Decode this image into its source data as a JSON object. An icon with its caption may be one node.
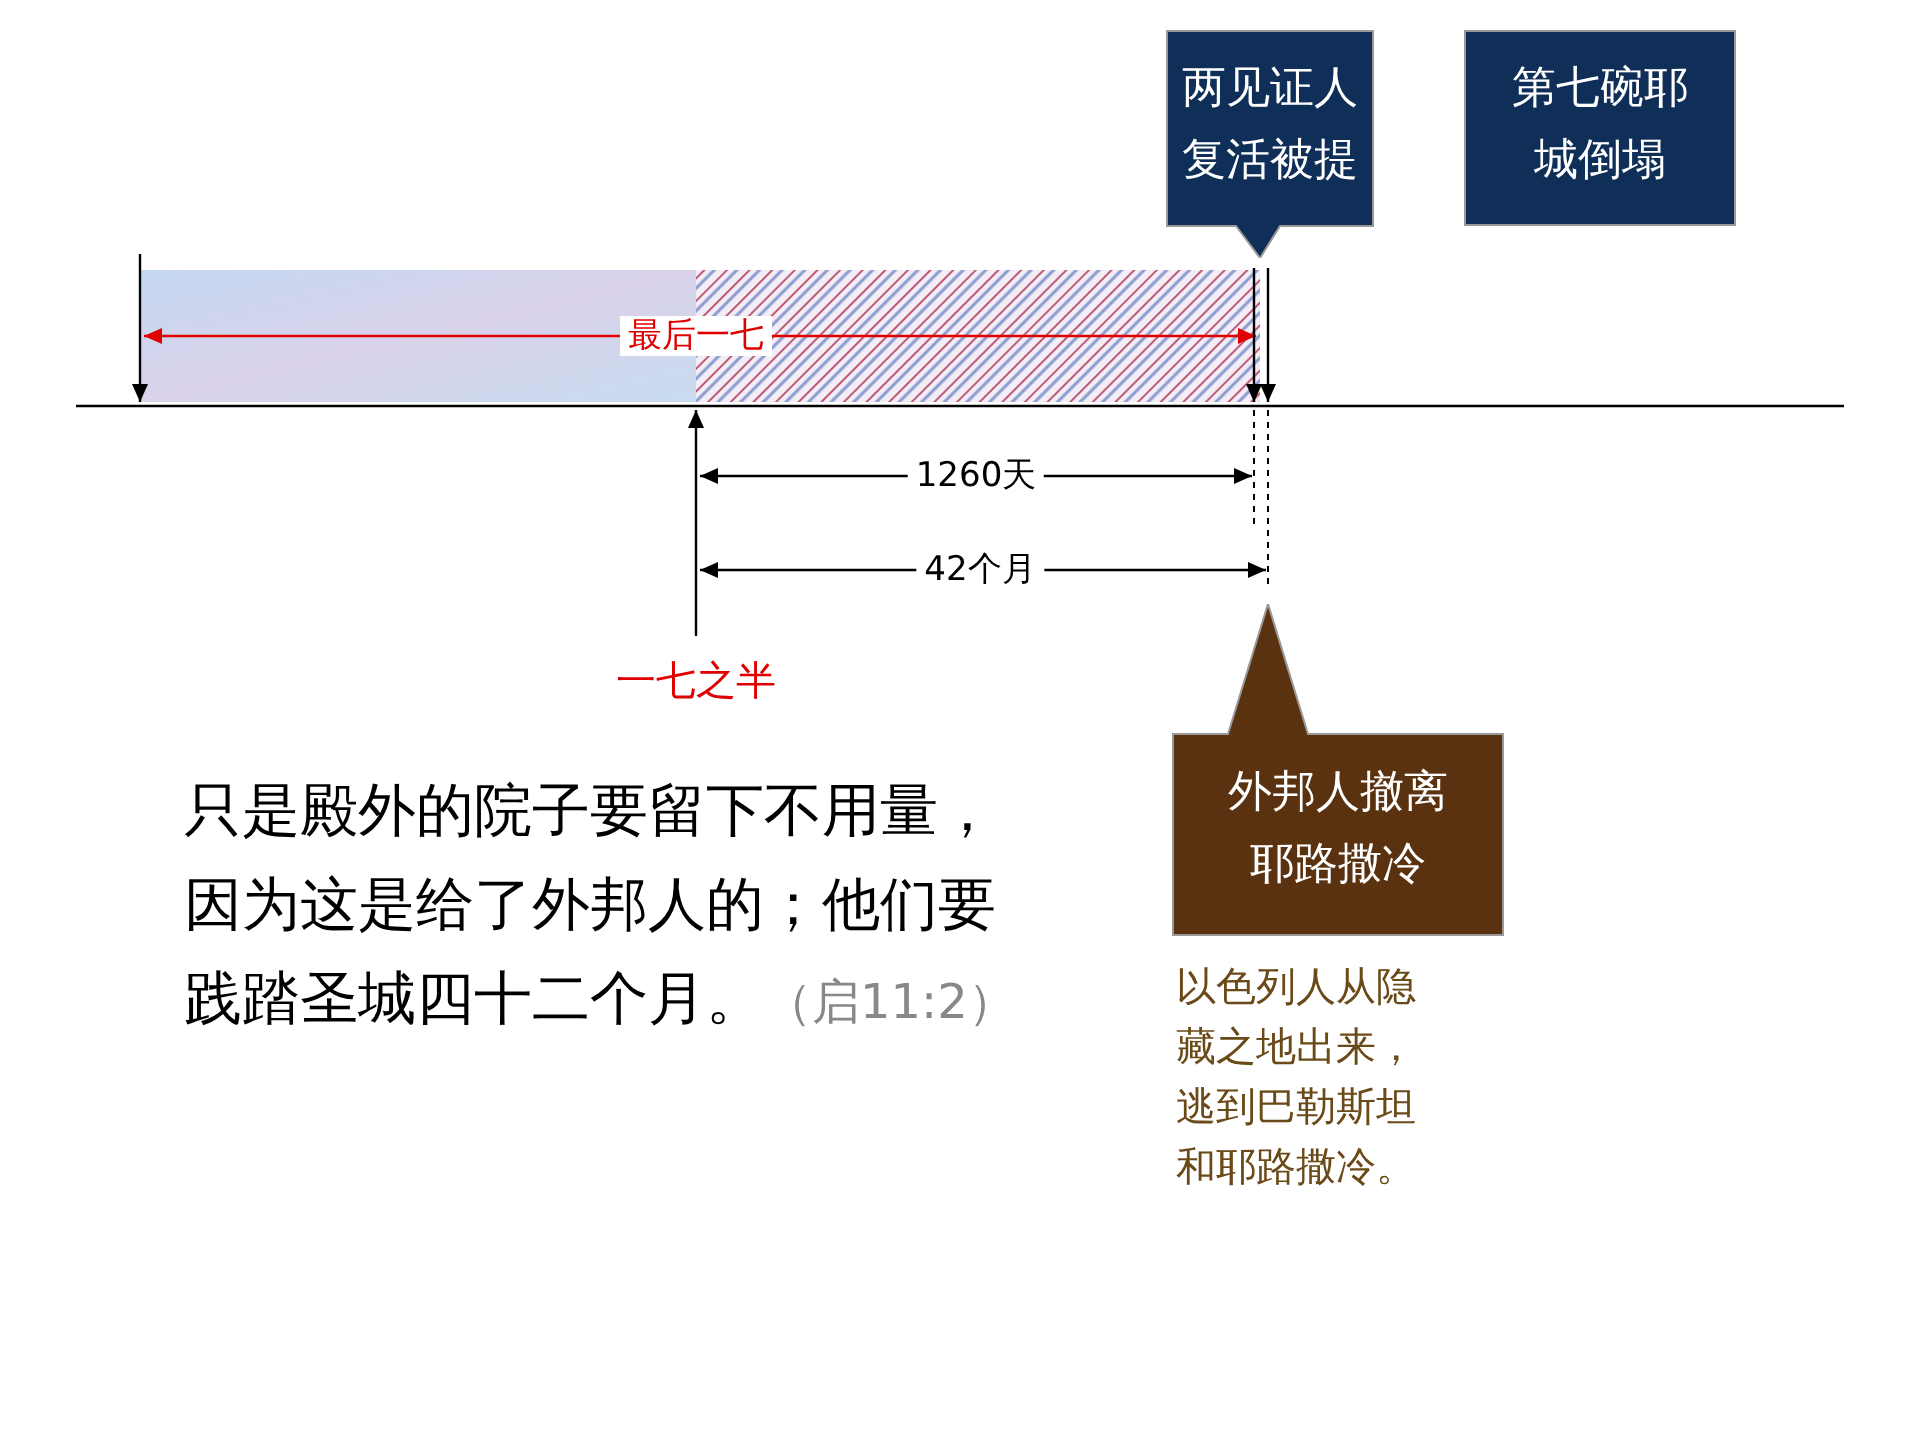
{
  "diagram": {
    "nodes": [
      {
        "text": [
          "两见证人复活被提"
        ]
      },
      {
        "text": [
          "第七碗耶城倒塌"
        ]
      },
      {
        "text": [
          "外邦人撤离耶路撒冷"
        ],
        "beside": [
          "以色列人从隐藏之地出来，逃到巴勒斯坦和耶路撒冷。"
        ]
      }
    ],
    "edges": [],
    "labels": [
      "最后一七",
      "1260天",
      "42个月",
      "一七之半",
      "只是殿外的院子要留下不用量，因为这是给了外邦人的；他们要践踏圣城四十二个月。",
      "（启11:2）"
    ]
  }
}
